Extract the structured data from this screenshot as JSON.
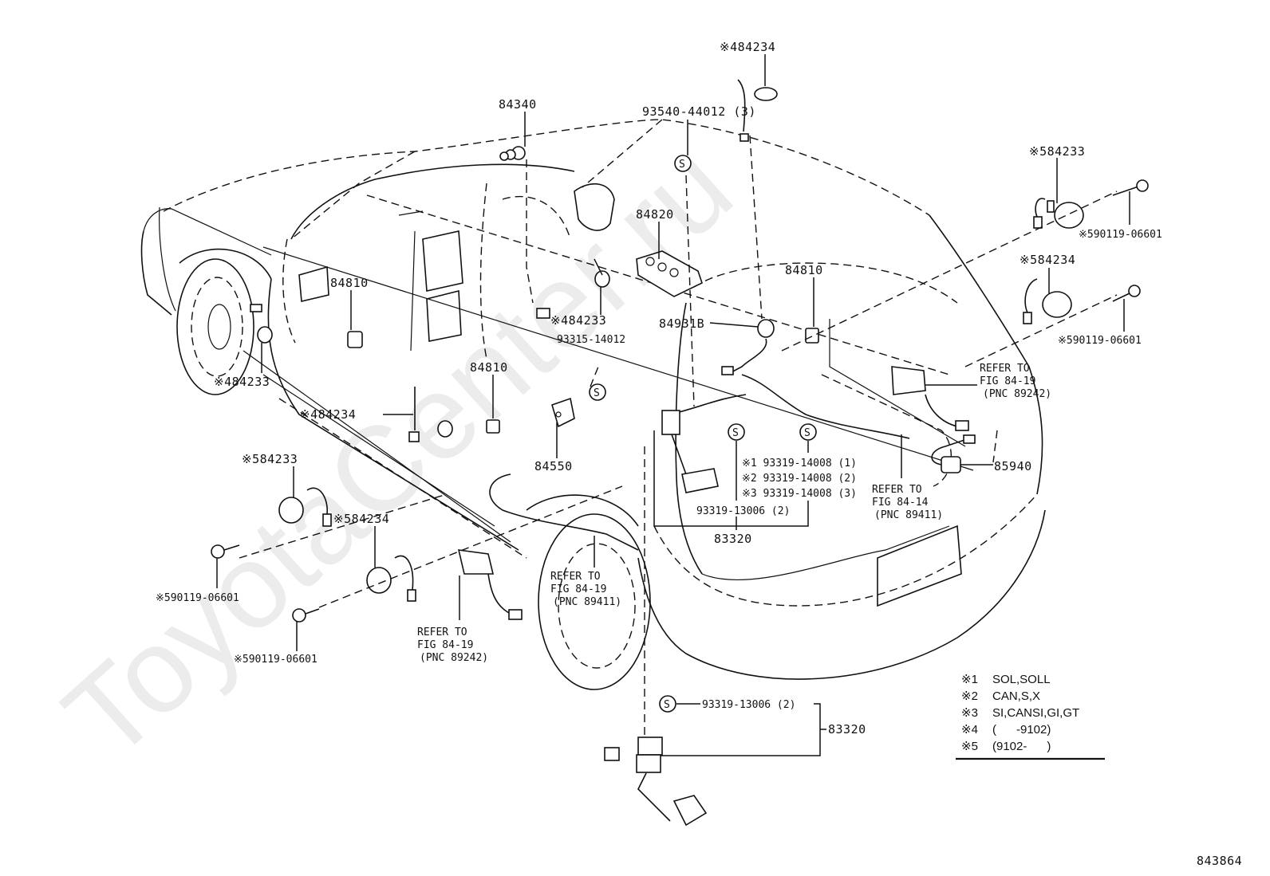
{
  "watermark": "ToyotaCenter.ru",
  "figure_number": "843864",
  "parts": {
    "p84340": "84340",
    "p93540": "93540-44012 (3)",
    "p484234_top": "※484234",
    "p584233_right": "※584233",
    "p590119_r1": "※590119-06601",
    "p584234_right": "※584234",
    "p590119_r2": "※590119-06601",
    "p84820": "84820",
    "p84810_left": "84810",
    "p84810_mid": "84810",
    "p84810_right": "84810",
    "p484233_dash": "※484233",
    "p93315": "93315-14012",
    "p84931B": "84931B",
    "p484233_left": "※484233",
    "p484234_left": "※484234",
    "p84550": "84550",
    "p584233_left": "※584233",
    "p584234_left": "※584234",
    "p590119_l1": "※590119-06601",
    "p590119_l2": "※590119-06601",
    "p85940": "85940",
    "p83320_mid": "83320",
    "p83320_bottom": "83320",
    "p93319_13006_mid": "93319-13006 (2)",
    "p93319_13006_bottom": "93319-13006 (2)",
    "screw_s1": "※1 93319-14008 (1)",
    "screw_s2": "※2 93319-14008 (2)",
    "screw_s3": "※3 93319-14008 (3)",
    "s_mark": "S"
  },
  "references": [
    {
      "line1": "REFER TO",
      "line2": "FIG 84-19",
      "line3": "(PNC 89242)"
    },
    {
      "line1": "REFER TO",
      "line2": "FIG 84-14",
      "line3": "(PNC 89411)"
    },
    {
      "line1": "REFER TO",
      "line2": "FIG 84-19",
      "line3": "(PNC 89411)"
    },
    {
      "line1": "REFER TO",
      "line2": "FIG 84-19",
      "line3": "(PNC 89242)"
    }
  ],
  "legend": [
    {
      "mark": "※1",
      "text": "SOL,SOLL"
    },
    {
      "mark": "※2",
      "text": "CAN,S,X"
    },
    {
      "mark": "※3",
      "text": "SI,CANSI,GI,GT"
    },
    {
      "mark": "※4",
      "text": "(      -9102)"
    },
    {
      "mark": "※5",
      "text": "(9102-      )"
    }
  ]
}
